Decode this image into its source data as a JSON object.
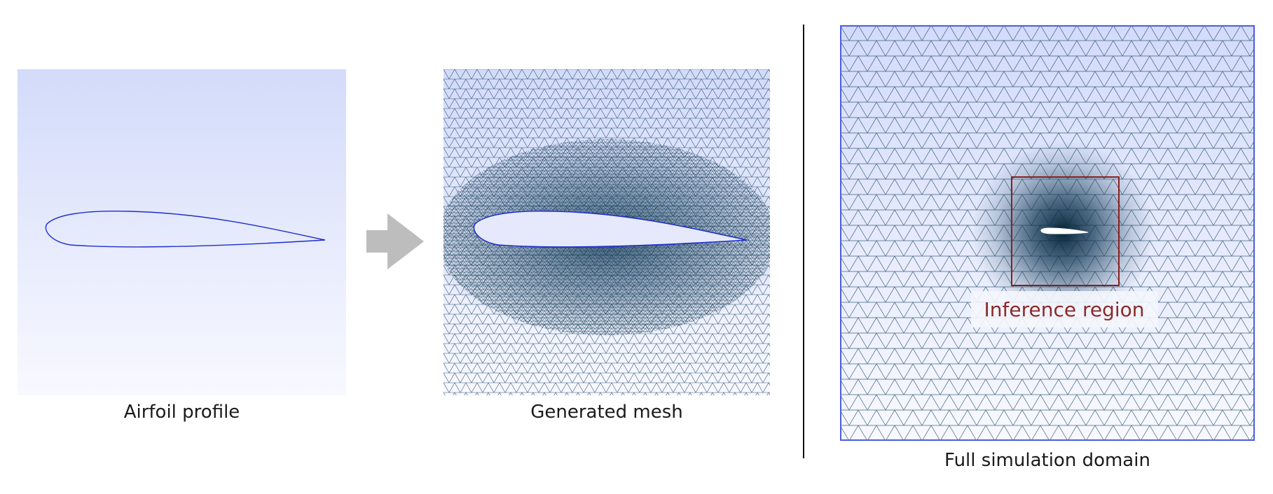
{
  "panels": {
    "airfoil": {
      "caption": "Airfoil profile"
    },
    "mesh": {
      "caption": "Generated mesh"
    },
    "domain": {
      "caption": "Full simulation domain",
      "region_label": "Inference region"
    }
  },
  "colors": {
    "gradient_top": "#d3dbfa",
    "gradient_bottom": "#f8f9ff",
    "airfoil_outline": "#1f2ec8",
    "mesh_line": "#16405e",
    "mesh_dense": "#0d3450",
    "domain_border": "#4c5ee0",
    "region_box": "#8b1d1d",
    "region_label": "#8b2a2a",
    "arrow": "#bdbdbd",
    "divider": "#111111"
  }
}
